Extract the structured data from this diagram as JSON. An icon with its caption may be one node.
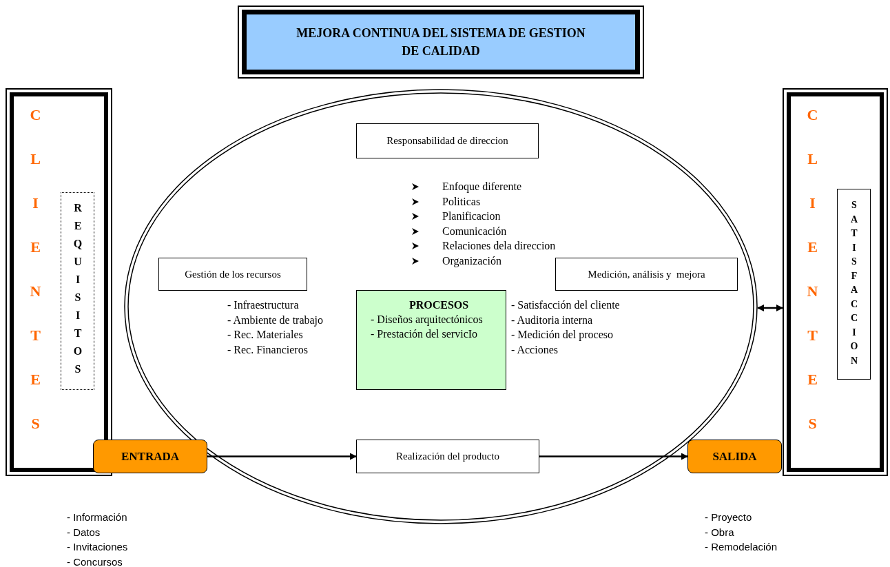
{
  "diagram": {
    "nodes": [
      {
        "text": [
          "MEJORA CONTINUA DEL SISTEMA DE GESTION DE CALIDAD"
        ]
      },
      {
        "text": [
          "CLIENTES"
        ]
      },
      {
        "text": [
          "REQUISITOS"
        ],
        "in": 1
      },
      {
        "text": [],
        "shape": "circle"
      },
      {
        "text": [
          "Responsabilidad de direccion"
        ],
        "in": 3
      },
      {
        "text": [
          "Gestión de los recursos"
        ],
        "in": 3
      },
      {
        "text": [
          "Medición, análisis y  mejora"
        ],
        "in": 3
      },
      {
        "text": [
          "PROCESOS",
          "- Diseños arquitectónicos",
          "- Prestación del servicIo"
        ],
        "in": 3
      },
      {
        "text": [
          "ENTRADA"
        ]
      },
      {
        "text": [
          "Realización del producto"
        ],
        "in": 3
      },
      {
        "text": [
          "SALIDA"
        ]
      },
      {
        "text": [
          "CLIENTES"
        ]
      },
      {
        "text": [
          "SATISFACCION"
        ],
        "in": 11
      }
    ],
    "edges": [
      {
        "from": 8,
        "to": 9,
        "arrow": "to"
      },
      {
        "from": 9,
        "to": 10,
        "arrow": "to"
      },
      {
        "from": 3,
        "to": 11,
        "arrow": "both"
      }
    ],
    "labels": [
      "Enfoque diferente",
      "Politicas",
      "Planificacion",
      "Comunicación",
      "Relaciones dela direccion",
      "Organización",
      "- Infraestructura",
      "- Ambiente de trabajo",
      "- Rec. Materiales",
      "- Rec. Financieros",
      "- Satisfacción del cliente",
      "- Auditoria interna",
      "- Medición del proceso",
      "- Acciones",
      "- Información",
      "- Datos",
      "- Invitaciones",
      "- Concursos",
      "- Proyecto",
      "- Obra",
      "- Remodelación"
    ]
  }
}
